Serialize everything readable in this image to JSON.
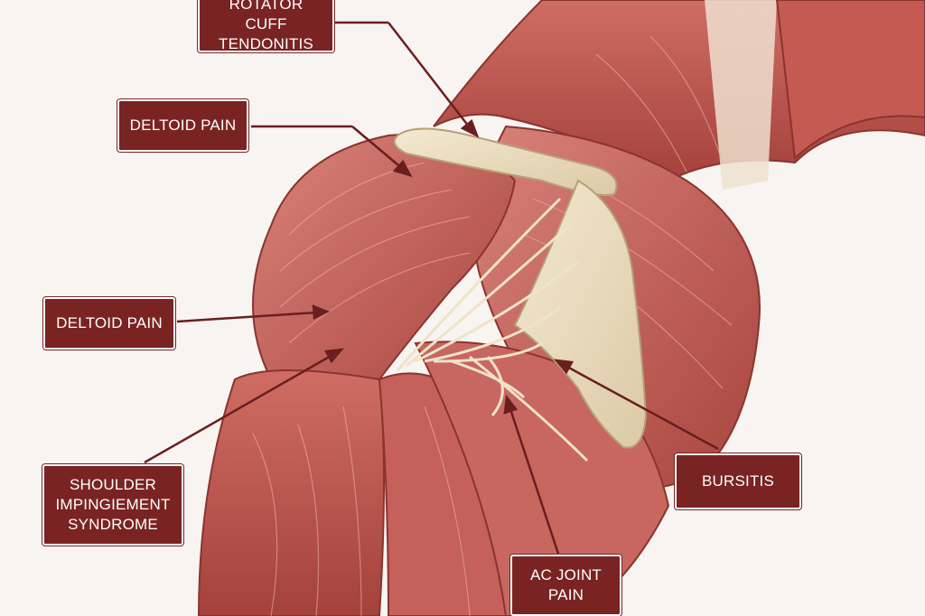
{
  "colors": {
    "label_bg": "#7a2323",
    "label_text": "#ffffff",
    "pointer_line": "#6a1f1f",
    "muscle": "#c8625a",
    "muscle_dark": "#9a3d38",
    "tendon": "#efe3c8",
    "bone": "#ecdfc3",
    "background": "#f7f4f1"
  },
  "labels": {
    "rotator_cuff_tendonitis": "ROTATOR CUFF\nTENDONITIS",
    "deltoid_pain_upper": "DELTOID PAIN",
    "deltoid_pain_middle": "DELTOID PAIN",
    "shoulder_impingement_syndrome": "SHOULDER\nIMPINGIEMENT\nSYNDROME",
    "bursitis": "BURSITIS",
    "ac_joint_pain": "AC JOINT\nPAIN"
  }
}
